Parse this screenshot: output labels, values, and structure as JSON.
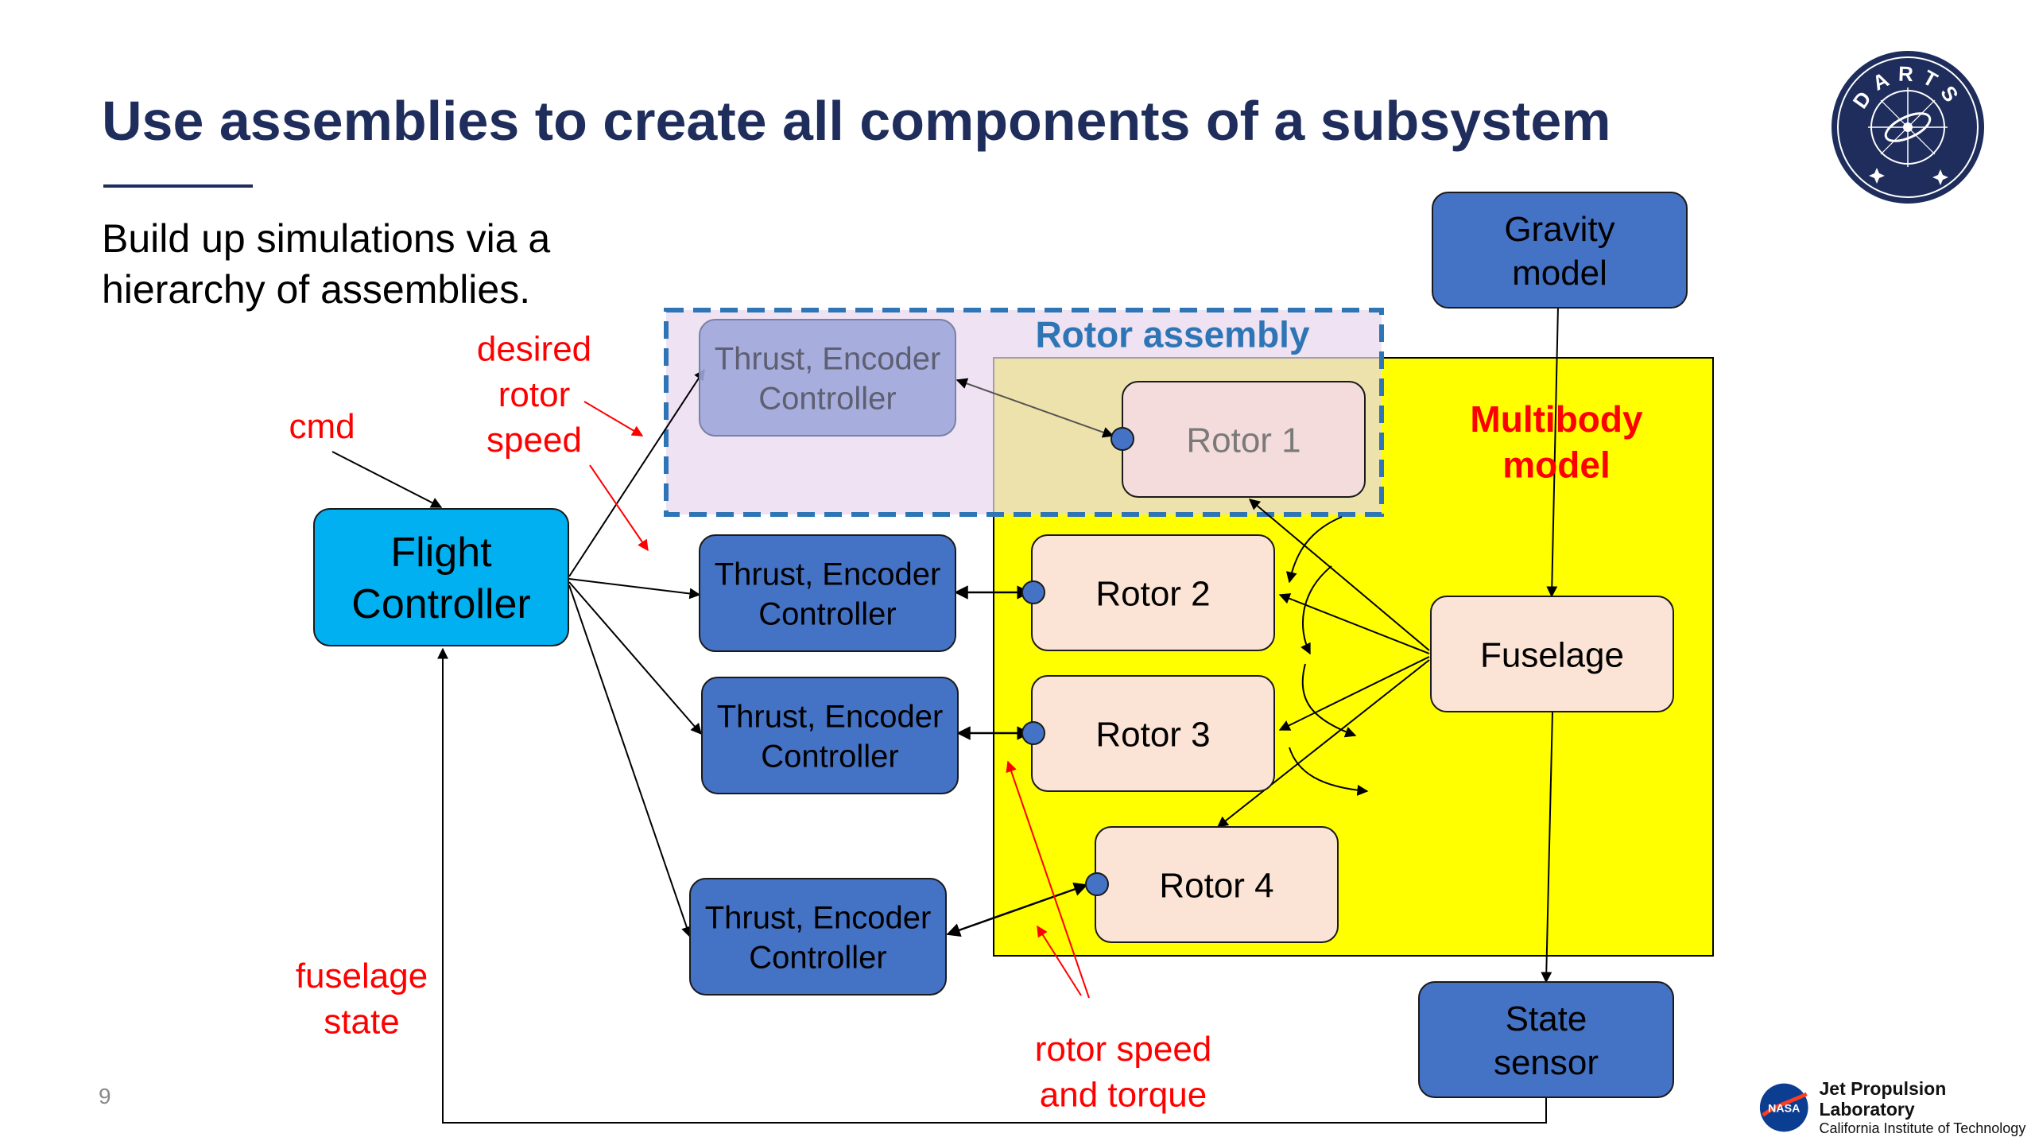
{
  "slide": {
    "title": "Use assemblies to create all components of a subsystem",
    "subtitle": "Build up simulations via a hierarchy of assemblies.",
    "page_number": "9",
    "logo_text": "DARTS",
    "footer_lab": "Jet Propulsion Laboratory",
    "footer_institute": "California Institute of Technology",
    "nasa_text": "NASA"
  },
  "diagram": {
    "nodes": [
      {
        "id": "flight",
        "lines": [
          "Flight",
          "Controller"
        ]
      },
      {
        "id": "tec1",
        "lines": [
          "Thrust, Encoder",
          "Controller"
        ]
      },
      {
        "id": "tec2",
        "lines": [
          "Thrust, Encoder",
          "Controller"
        ]
      },
      {
        "id": "tec3",
        "lines": [
          "Thrust, Encoder",
          "Controller"
        ]
      },
      {
        "id": "tec4",
        "lines": [
          "Thrust, Encoder",
          "Controller"
        ]
      },
      {
        "id": "rotor1",
        "lines": [
          "Rotor 1"
        ]
      },
      {
        "id": "rotor2",
        "lines": [
          "Rotor 2"
        ]
      },
      {
        "id": "rotor3",
        "lines": [
          "Rotor 3"
        ]
      },
      {
        "id": "rotor4",
        "lines": [
          "Rotor 4"
        ]
      },
      {
        "id": "fuselage",
        "lines": [
          "Fuselage"
        ]
      },
      {
        "id": "gravity",
        "lines": [
          "Gravity",
          "model"
        ]
      },
      {
        "id": "sensor",
        "lines": [
          "State",
          "sensor"
        ]
      }
    ],
    "groups": [
      {
        "id": "rotor-assembly",
        "lines": [
          "Rotor assembly"
        ]
      },
      {
        "id": "multibody",
        "lines": [
          "Multibody",
          "model"
        ]
      }
    ],
    "annotations": [
      {
        "id": "cmd",
        "lines": [
          "cmd"
        ]
      },
      {
        "id": "desired",
        "lines": [
          "desired",
          "rotor",
          "speed"
        ]
      },
      {
        "id": "fuselage-state",
        "lines": [
          "fuselage",
          "state"
        ]
      },
      {
        "id": "rotor-speed",
        "lines": [
          "rotor speed",
          "and torque"
        ]
      }
    ]
  },
  "colors": {
    "title": "#1f2d5c",
    "dark_block": "#4472c4",
    "flight_block": "#00b0f0",
    "rotor_block": "#fbe4d5",
    "multibody_bg": "#ffff00",
    "assembly_border": "#2e75b6",
    "assembly_fill": "#f3e6f5",
    "annotation": "#ff0000",
    "multibody_label": "#ff0000"
  }
}
